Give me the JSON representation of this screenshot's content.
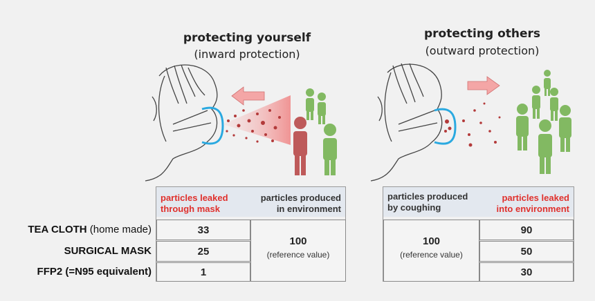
{
  "left": {
    "title": "protecting yourself",
    "subtitle": "(inward protection)",
    "header_leaked": "particles leaked\nthrough mask",
    "header_produced": "particles produced\nin environment",
    "reference_value": "100",
    "reference_label": "(reference value)",
    "rows": [
      {
        "label": "TEA CLOTH",
        "label_suffix": " (home made)",
        "value": "33"
      },
      {
        "label": "SURGICAL MASK",
        "label_suffix": "",
        "value": "25"
      },
      {
        "label": "FFP2 (=N95 equivalent)",
        "label_suffix": "",
        "value": "1"
      }
    ]
  },
  "right": {
    "title": "protecting others",
    "subtitle": "(outward protection)",
    "header_produced": "particles produced\nby coughing",
    "header_leaked": "particles leaked\ninto environment",
    "reference_value": "100",
    "reference_label": "(reference value)",
    "values": [
      "90",
      "50",
      "30"
    ]
  },
  "colors": {
    "accent_red": "#e0302c",
    "arrow_pink": "#f4a6a6",
    "person_green": "#6fb04a",
    "person_red": "#b94a4a",
    "mask_blue": "#2aa9e0",
    "header_bg": "#e3e8ef"
  }
}
